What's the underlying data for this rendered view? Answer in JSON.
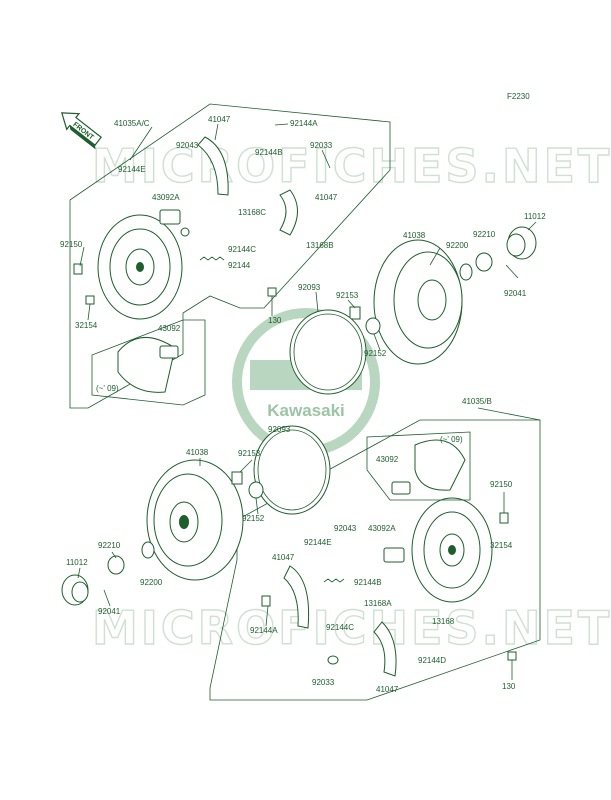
{
  "figure_code": "F2230",
  "front_marker": "FRONT",
  "watermark_text": "MICROFICHES.NET",
  "logo_text": "Kawasaki",
  "colors": {
    "ink": "#1d5e2c",
    "watermark": "#cfe0d3"
  },
  "labels": {
    "l41035ac": "41035A/C",
    "l92144e_t": "92144E",
    "l41047_t": "41047",
    "l92043_t": "92043",
    "l92144a_t": "92144A",
    "l92144b_t": "92144B",
    "l92033_t": "92033",
    "l43092a_t": "43092A",
    "l13168c": "13168C",
    "l41047_t2": "41047",
    "l92144c_t": "92144C",
    "l13168b": "13168B",
    "l92150_t": "92150",
    "l92144_t": "92144",
    "l32154_t": "32154",
    "l130_t": "130",
    "l43092_t": "43092",
    "l09_t": "(~' 09)",
    "l41038_t": "41038",
    "l92200_t": "92200",
    "l92210_t": "92210",
    "l11012_t": "11012",
    "l92093_t": "92093",
    "l92153_t": "92153",
    "l92152_t": "92152",
    "l92041_t": "92041",
    "l92093_m": "92093",
    "l41035b": "41035/B",
    "l09_b": "(~' 09)",
    "l43092_b": "43092",
    "l41038_b": "41038",
    "l92153_b": "92153",
    "l92150_b": "92150",
    "l92152_b": "92152",
    "l92043_b": "92043",
    "l43092a_b": "43092A",
    "l92144e_b": "92144E",
    "l32154_b": "32154",
    "l92210_b": "92210",
    "l41047_b": "41047",
    "l92144b_b": "92144B",
    "l11012_b": "11012",
    "l92200_b": "92200",
    "l13168a": "13168A",
    "l92041_b": "92041",
    "l92144a_b": "92144A",
    "l92144c_b": "92144C",
    "l13168_b": "13168",
    "l92144d": "92144D",
    "l92033_b": "92033",
    "l41047_b2": "41047",
    "l130_b": "130"
  }
}
